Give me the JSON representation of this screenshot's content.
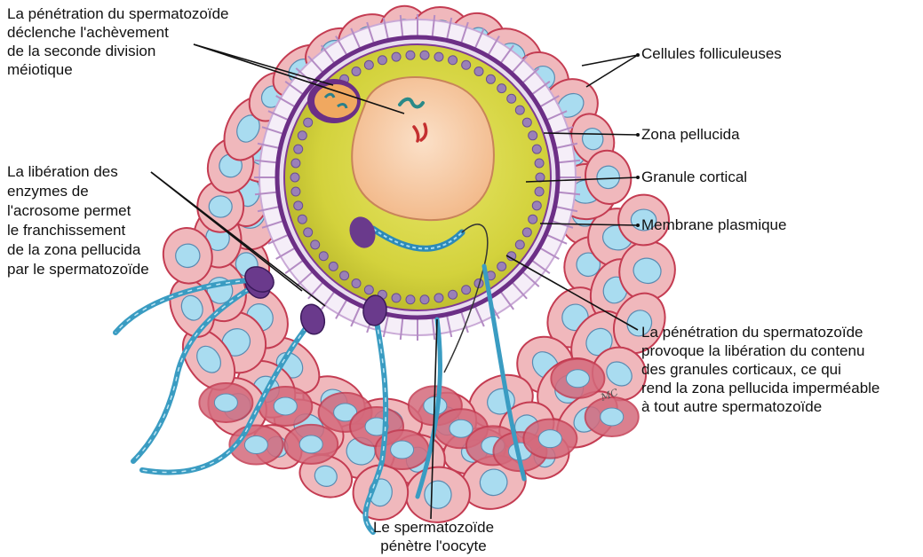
{
  "labels": {
    "penetration_meiosis": [
      "La pénétration du spermatozoïde",
      "déclenche l'achèvement",
      "de la seconde division",
      "méiotique"
    ],
    "acrosome": [
      "La libération des",
      "enzymes de",
      "l'acrosome permet",
      "le franchissement",
      "de la zona pellucida",
      "par le spermatozoïde"
    ],
    "follicle_cells": "Cellules folliculeuses",
    "zona_pellucida": "Zona pellucida",
    "cortical_granule": "Granule cortical",
    "plasma_membrane": "Membrane plasmique",
    "cortical_reaction": [
      "La pénétration du spermatozoïde",
      "provoque la libération du contenu",
      "des granules corticaux, ce qui",
      "rend la zona pellucida imperméable",
      "à tout autre spermatozoïde"
    ],
    "sperm_enters": [
      "Le spermatozoïde",
      "pénètre l'oocyte"
    ]
  },
  "artist_signature": "MC",
  "colors": {
    "follicle_cell": "#f0b8bc",
    "follicle_cell_dark": "#c43c52",
    "nucleus": "#a9dcf0",
    "zona": "#8a4e9c",
    "cytoplasm": "#d8d640",
    "oocyte_nucleus": "#f6c49a",
    "granule": "#9a80b8",
    "sperm_tail": "#3a9cc2",
    "sperm_head": "#6a3a8c"
  }
}
